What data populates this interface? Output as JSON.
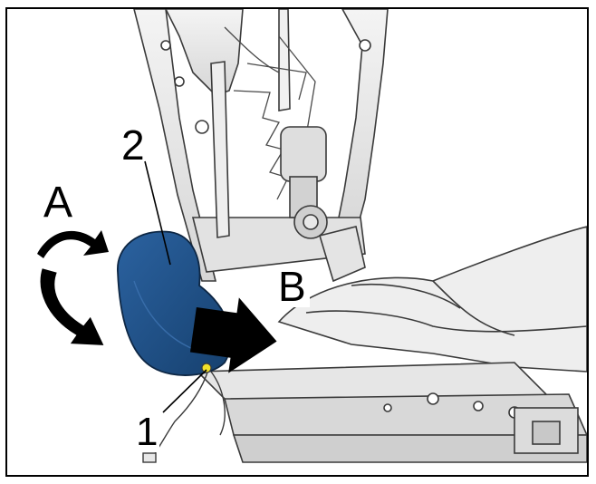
{
  "figure": {
    "callouts": {
      "A": "A",
      "B": "B",
      "one": "1",
      "two": "2"
    },
    "colors": {
      "cover_fill": "#1f4f86",
      "cover_dark": "#14365f",
      "arrow_fill": "#000000",
      "line_color": "#3a3a3a",
      "metal_fill": "#e9e9e9",
      "clip_highlight": "#f1e12a"
    },
    "parts": {
      "cover_icon": "seat-recliner-cover",
      "bolt_icon": "fastener-bolt",
      "arrow_rotate_icon": "curved-rotation-arrow",
      "arrow_pull_icon": "straight-pull-arrow"
    }
  }
}
